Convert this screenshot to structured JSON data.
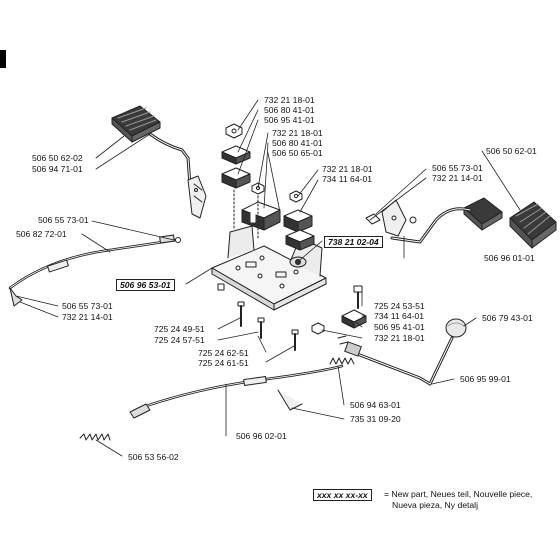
{
  "title": "",
  "parts": [
    {
      "id": "p1",
      "number": "732 21 18-01"
    },
    {
      "id": "p2",
      "number": "506 80 41-01"
    },
    {
      "id": "p3",
      "number": "506 95 41-01"
    },
    {
      "id": "p4",
      "number": "732 21 18-01"
    },
    {
      "id": "p5",
      "number": "506 80 41-01"
    },
    {
      "id": "p6",
      "number": "506 50 65-01"
    },
    {
      "id": "p7",
      "number": "732 21 18-01"
    },
    {
      "id": "p8",
      "number": "734 11 64-01"
    },
    {
      "id": "p9",
      "number": "506 55 73-01"
    },
    {
      "id": "p10",
      "number": "732 21 14-01"
    },
    {
      "id": "p11",
      "number": "506 50 62-01"
    },
    {
      "id": "p12",
      "number": "506 50 62-02"
    },
    {
      "id": "p13",
      "number": "506 94 71-01"
    },
    {
      "id": "p14",
      "number": "506 55 73-01"
    },
    {
      "id": "p15",
      "number": "506 82 72-01"
    },
    {
      "id": "p16",
      "number": "738 21 02-04",
      "new": true
    },
    {
      "id": "p17",
      "number": "506 96 53-01",
      "new": true
    },
    {
      "id": "p18",
      "number": "506 96 01-01"
    },
    {
      "id": "p19",
      "number": "506 55 73-01"
    },
    {
      "id": "p20",
      "number": "732 21 14-01"
    },
    {
      "id": "p21",
      "number": "725 24 53-51"
    },
    {
      "id": "p22",
      "number": "734 11 64-01"
    },
    {
      "id": "p23",
      "number": "506 95 41-01"
    },
    {
      "id": "p24",
      "number": "732 21 18-01"
    },
    {
      "id": "p25",
      "number": "506 79 43-01"
    },
    {
      "id": "p26",
      "number": "725 24 49-51"
    },
    {
      "id": "p27",
      "number": "725 24 57-51"
    },
    {
      "id": "p28",
      "number": "725 24 62-51"
    },
    {
      "id": "p29",
      "number": "725 24 61-51"
    },
    {
      "id": "p30",
      "number": "506 95 99-01"
    },
    {
      "id": "p31",
      "number": "506 94 63-01"
    },
    {
      "id": "p32",
      "number": "735 31 09-20"
    },
    {
      "id": "p33",
      "number": "506 96 02-01"
    },
    {
      "id": "p34",
      "number": "506 53 56-02"
    }
  ],
  "legend": {
    "box_text": "xxx xx xx-xx",
    "line1": "= New part, Neues teil, Nouvelle piece,",
    "line2": "Nueva pieza, Ny detalj"
  },
  "colors": {
    "line": "#222222",
    "fill": "#f2f2f2",
    "dark": "#333333"
  }
}
